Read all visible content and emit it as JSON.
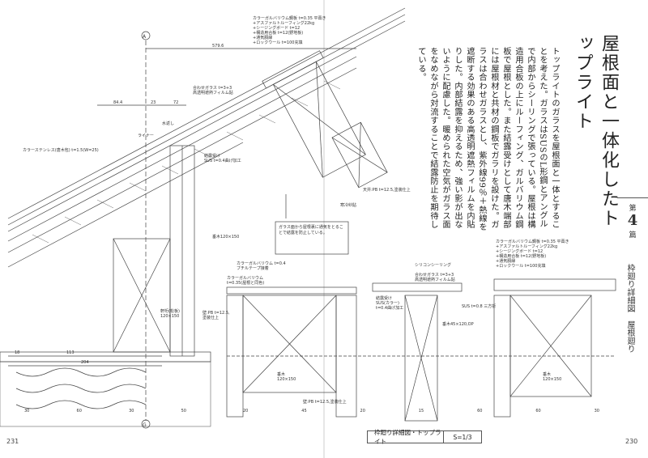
{
  "title": "屋根面と一体化したトップライト",
  "body_text": "トップライトのガラスを屋根面と一体とすることを考えた。ガラスはSUSのL形鋼とアングルで内部からシーリングで張っている。屋根は構造用合板の上にルーフィング、ガルバリウム鋼板で屋根とした。また結露受けとして唐木端部には屋根材と共材の鋼板でガラリを設けた。ガラスは合わせガラスとし、紫外線99％＋熱線を遮断する効果のある高透明遮熱フィルムを内貼りした。内部結露を抑えるため、強い影が出ないように配慮した。暖められた空気がガラス面をなめながら対流することで結露防止を期待している。",
  "chapter": {
    "prefix": "第",
    "number": "4",
    "suffix": "篇"
  },
  "section_labels": [
    "枠廻り詳細図",
    "屋根廻り"
  ],
  "page_left": "231",
  "page_right": "230",
  "caption": {
    "label": "枠廻り詳細図・トップライト",
    "scale": "S=1/3"
  },
  "drawing": {
    "callouts_top": [
      "カラーガルバリウム鋼板 t=0.35  平葺き",
      "+アスファルトルーフィング22kg",
      "+シージングボード t=12",
      "+構造用合板 t=12(野地板)",
      "+通気胴縁",
      "+ロックウール t=100充填"
    ],
    "callouts_right": [
      "カラーガルバリウム鋼板 t=0.35  平葺き",
      "+アスファルトルーフィング22kg",
      "+シージングボード t=12",
      "+構造用合板 t=12(野地板)",
      "+通気胴縁",
      "+ロックウール t=100充填"
    ],
    "glass_note_1": "合わせガラス t=3+3",
    "glass_note_2": "高透明遮熱フィルム貼",
    "water_drip": "水返し",
    "liner": "ライナー",
    "stainless": "カラーステンレス(唐木包) t=1.5(W=25)",
    "condensation": "結露受け",
    "condensation_2": "SUS t=0.4曲げ加工",
    "ceiling": "天井:PB t=12.5,塗装仕上",
    "grain": "寒冷紗貼",
    "beam": "垂木120×150",
    "note_box": "ガラス面から屋根裏に通気をとることで結露を防止している。",
    "flange": "軒桁(松板)",
    "flange_2": "120×150",
    "wall": "壁:PB t=12.5,",
    "wall_2": "塗装仕上",
    "sec_galv": "カラーガルバリウム t=0.4",
    "sec_tape": "ブチルテープ接着",
    "sec_galv2": "カラーガルバリウム",
    "sec_galv3": "t=0.35(屋根と同色)",
    "sec_glass": "合わせガラス t=3+3",
    "sec_film": "高透明遮熱フィルム貼",
    "sec_cond": "結露受け",
    "sec_cond2": "SUS(カラー)",
    "sec_cond3": "t=0.4曲げ加工",
    "sealing": "シリコンシーリング",
    "sus_angle": "SUS t=0.8  三方折",
    "strut": "垂木45×120,OP",
    "rafter_bottom": "垂木",
    "rafter_bottom_2": "120×150",
    "wall_bottom": "壁:PB t=12.5,塗装仕上",
    "dims_top": [
      "579.6"
    ],
    "dims_mid": [
      "84.4",
      "23",
      "72"
    ],
    "dims_bottom_left": [
      "18",
      "113",
      "204"
    ],
    "dims_bottom_row": [
      "30",
      "60",
      "30",
      "50"
    ],
    "dims_sec": [
      "20",
      "45",
      "20",
      "15",
      "60",
      "60",
      "30"
    ],
    "grid_marks": [
      "A",
      "G"
    ]
  }
}
